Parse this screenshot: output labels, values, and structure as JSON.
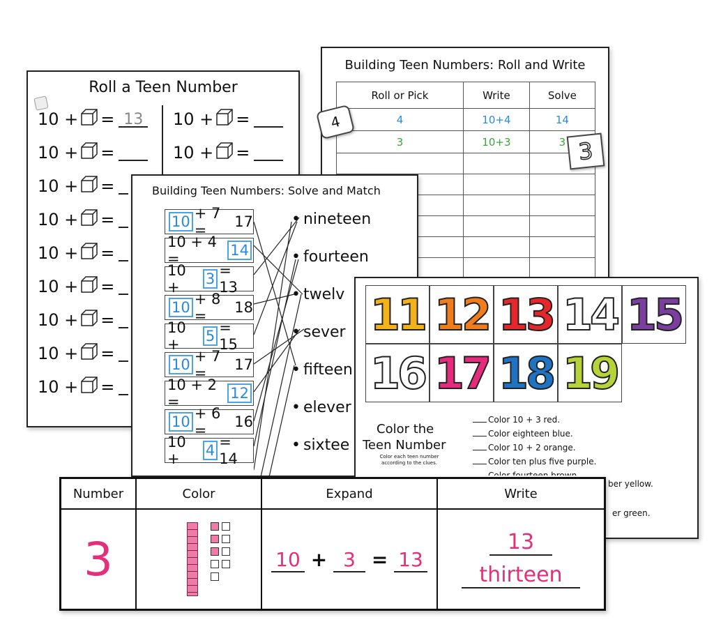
{
  "sheet_roll": {
    "title": "Roll a Teen Number",
    "rows": [
      {
        "left": "10 +",
        "eq": "=",
        "answer": "13"
      },
      {
        "left": "10 +",
        "eq": "=",
        "answer": ""
      },
      {
        "left": "10 +",
        "eq": "=",
        "answer": ""
      },
      {
        "left": "10 +",
        "eq": "=",
        "answer": ""
      },
      {
        "left": "10 +",
        "eq": "=",
        "answer": ""
      },
      {
        "left": "10 +",
        "eq": "=",
        "answer": ""
      },
      {
        "left": "10 +",
        "eq": "=",
        "answer": ""
      },
      {
        "left": "10 +",
        "eq": "=",
        "answer": ""
      },
      {
        "left": "10 +",
        "eq": "=",
        "answer": ""
      }
    ],
    "right_rows": [
      {
        "left": "10 +",
        "eq": "="
      },
      {
        "left": "10 +",
        "eq": "="
      }
    ]
  },
  "sheet_rollwrite": {
    "title": "Building Teen Numbers: Roll and Write",
    "headers": [
      "Roll or Pick",
      "Write",
      "Solve"
    ],
    "rows": [
      {
        "roll": "4",
        "write": "10+4",
        "solve": "14",
        "color": "#2a8ae0"
      },
      {
        "roll": "3",
        "write": "10+3",
        "solve": "3",
        "color": "#3aa63a"
      }
    ],
    "die_value": "4",
    "card_value": "3"
  },
  "sheet_match": {
    "title": "Building Teen Numbers: Solve and Match",
    "equations": [
      {
        "a": "10",
        "op1": "+ 7 =",
        "b": "17",
        "boxed": "a"
      },
      {
        "a": "10 + 4 =",
        "b": "14",
        "boxed": "b"
      },
      {
        "a": "10 +",
        "m": "3",
        "b": "= 13",
        "boxed": "m"
      },
      {
        "a": "10",
        "op1": "+ 8 =",
        "b": "18",
        "boxed": "a"
      },
      {
        "a": "10 +",
        "m": "5",
        "b": "= 15",
        "boxed": "m"
      },
      {
        "a": "10",
        "op1": "+ 7 =",
        "b": "17",
        "boxed": "a"
      },
      {
        "a": "10 + 2 =",
        "b": "12",
        "boxed": "b"
      },
      {
        "a": "10",
        "op1": "+ 6 =",
        "b": "16",
        "boxed": "a"
      },
      {
        "a": "10 +",
        "m": "4",
        "b": "= 14",
        "boxed": "m"
      }
    ],
    "words": [
      "nineteen",
      "fourteen",
      "twelv",
      "sever",
      "fifteen",
      "elever",
      "sixtee"
    ]
  },
  "sheet_color": {
    "numbers_row1": [
      {
        "n": "11",
        "color": "#f4b21a"
      },
      {
        "n": "12",
        "color": "#f07d1c"
      },
      {
        "n": "13",
        "color": "#e5262b"
      },
      {
        "n": "14",
        "color": "#ffffff"
      },
      {
        "n": "15",
        "color": "#7b3fa0"
      }
    ],
    "numbers_row2": [
      {
        "n": "16",
        "color": "#ffffff"
      },
      {
        "n": "17",
        "color": "#e42b7c"
      },
      {
        "n": "18",
        "color": "#1f73c2"
      },
      {
        "n": "19",
        "color": "#b6d43a"
      }
    ],
    "title_line1": "Color the",
    "title_line2": "Teen Number",
    "subtitle": "Color each teen number according to the clues.",
    "clues": [
      "Color 10 + 3 red.",
      "Color eighteen blue.",
      "Color 10 + 2 orange.",
      "Color ten plus five purple.",
      "Color fourteen brown."
    ],
    "clue_tail_1": "ber yellow.",
    "clue_tail_2": "er green."
  },
  "sheet_expand": {
    "headers": [
      "Number",
      "Color",
      "Expand",
      "Write"
    ],
    "number": "3",
    "expand": {
      "a": "10",
      "plus": "+",
      "b": "3",
      "eq": "=",
      "c": "13"
    },
    "write_num": "13",
    "write_word": "thirteen",
    "accent": "#e0317a"
  }
}
